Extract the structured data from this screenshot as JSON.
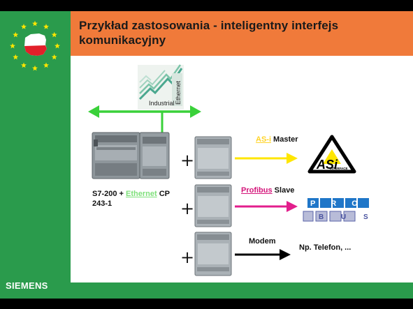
{
  "slide": {
    "title": "Przykład zastosowania - inteligentny interfejs komunikacyjny",
    "brand": "SIEMENS",
    "colors": {
      "side_green": "#2a9b4c",
      "header_orange": "#f07a3a",
      "eu_blue": "#2a9b4c",
      "star_yellow": "#ffe600",
      "arrow_green": "#3ad13a",
      "arrow_yellow": "#ffe600",
      "arrow_magenta": "#e21e8c"
    }
  },
  "logos": {
    "industrial_ethernet": {
      "word1": "Industrial",
      "word2": "Ethernet"
    },
    "asi_interface": {
      "text": "ASi",
      "sub": "INTERFACE"
    },
    "profibus": {
      "row1": "P R O F I",
      "row2": "B U S"
    }
  },
  "labels": {
    "cpu": {
      "part1": "S7-200 + ",
      "link": "Ethernet",
      "part2": " CP",
      "line2": "243-1"
    },
    "asi": {
      "link": "AS-i",
      "rest": " Master"
    },
    "profibus": {
      "link": "Profibus",
      "rest": " Slave"
    },
    "modem": "Modem",
    "phone": "Np. Telefon, ...",
    "plus": "+"
  }
}
